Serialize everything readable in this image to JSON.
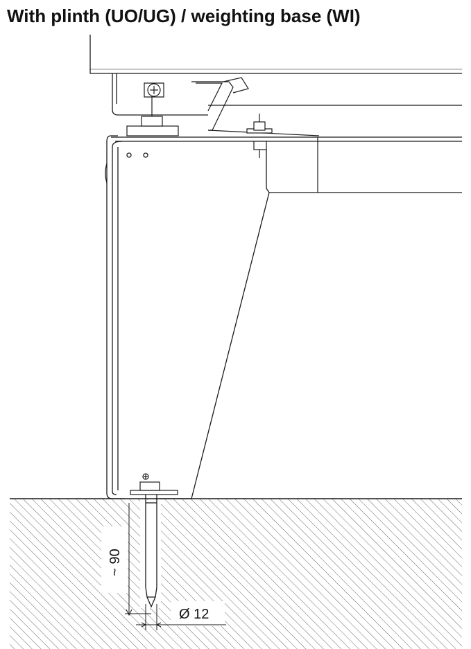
{
  "title": "With plinth (UO/UG) / weighting base (WI)",
  "dimensions": {
    "depth_label": "~ 90",
    "diameter_label": "Ø 12"
  },
  "colors": {
    "line": "#1a1a1a",
    "hatch": "#555555",
    "background": "#ffffff"
  }
}
